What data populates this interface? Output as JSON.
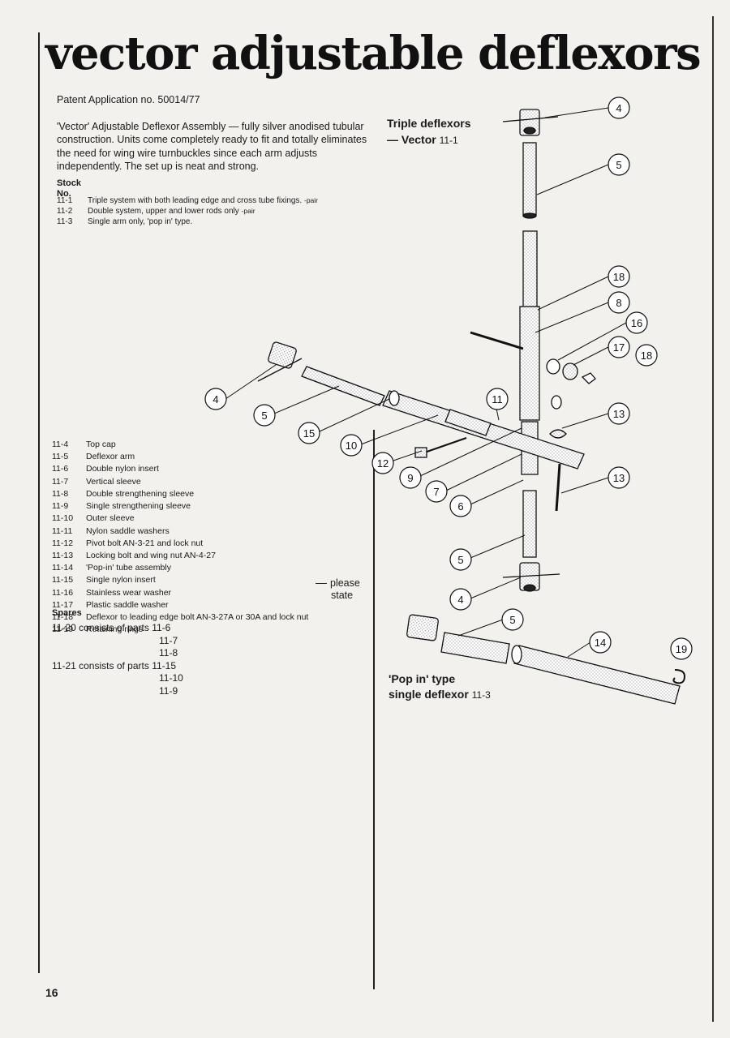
{
  "title": "vector adjustable deflexors",
  "patent": "Patent Application no. 50014/77",
  "intro": "'Vector' Adjustable Deflexor Assembly — fully silver anodised tubular construction. Units come completely ready to fit and totally eliminates the need for wing wire turnbuckles since each arm adjusts independently. The set up is neat and strong.",
  "stock": {
    "heading_line1": "Stock",
    "heading_line2": "No.",
    "items": [
      {
        "code": "11-1",
        "desc": "Triple system with both leading edge and cross tube fixings.",
        "unit": "-pair"
      },
      {
        "code": "11-2",
        "desc": "Double system, upper and lower rods only",
        "unit": "-pair"
      },
      {
        "code": "11-3",
        "desc": "Single arm only, 'pop in' type.",
        "unit": ""
      }
    ]
  },
  "parts": [
    {
      "code": "11-4",
      "desc": "Top cap"
    },
    {
      "code": "11-5",
      "desc": "Deflexor arm"
    },
    {
      "code": "11-6",
      "desc": "Double nylon insert"
    },
    {
      "code": "11-7",
      "desc": "Vertical sleeve"
    },
    {
      "code": "11-8",
      "desc": "Double strengthening sleeve"
    },
    {
      "code": "11-9",
      "desc": "Single strengthening sleeve"
    },
    {
      "code": "11-10",
      "desc": "Outer sleeve"
    },
    {
      "code": "11-11",
      "desc": "Nylon saddle washers"
    },
    {
      "code": "11-12",
      "desc": "Pivot bolt AN-3-21 and lock nut"
    },
    {
      "code": "11-13",
      "desc": "Locking bolt and wing nut AN-4-27"
    },
    {
      "code": "11-14",
      "desc": "'Pop-in' tube assembly"
    },
    {
      "code": "11-15",
      "desc": "Single nylon insert"
    },
    {
      "code": "11-16",
      "desc": "Stainless wear washer"
    },
    {
      "code": "11-17",
      "desc": "Plastic saddle washer"
    },
    {
      "code": "11-18",
      "desc": "Deflexor to leading edge bolt AN-3-27A or 30A and lock nut"
    },
    {
      "code": "11-19",
      "desc": "Retaining rings"
    }
  ],
  "please_state": {
    "line1": "please",
    "line2": "state"
  },
  "spares": {
    "heading": "Spares",
    "groups": [
      {
        "label": "11-20 consists of parts",
        "parts": [
          "11-6",
          "11-7",
          "11-8"
        ]
      },
      {
        "label": "11-21 consists of parts",
        "parts": [
          "11-15",
          "11-10",
          "11-9"
        ]
      }
    ]
  },
  "triple_label": {
    "line1": "Triple deflexors",
    "line2": "— Vector",
    "code": "11-1"
  },
  "popin_label": {
    "line1": "'Pop in' type",
    "line2": "single deflexor",
    "code": "11-3"
  },
  "callouts": [
    "4",
    "5",
    "18",
    "8",
    "16",
    "17",
    "18",
    "11",
    "13",
    "4",
    "5",
    "15",
    "10",
    "12",
    "9",
    "7",
    "6",
    "13",
    "5",
    "4",
    "5",
    "14",
    "19"
  ],
  "page_number": "16"
}
